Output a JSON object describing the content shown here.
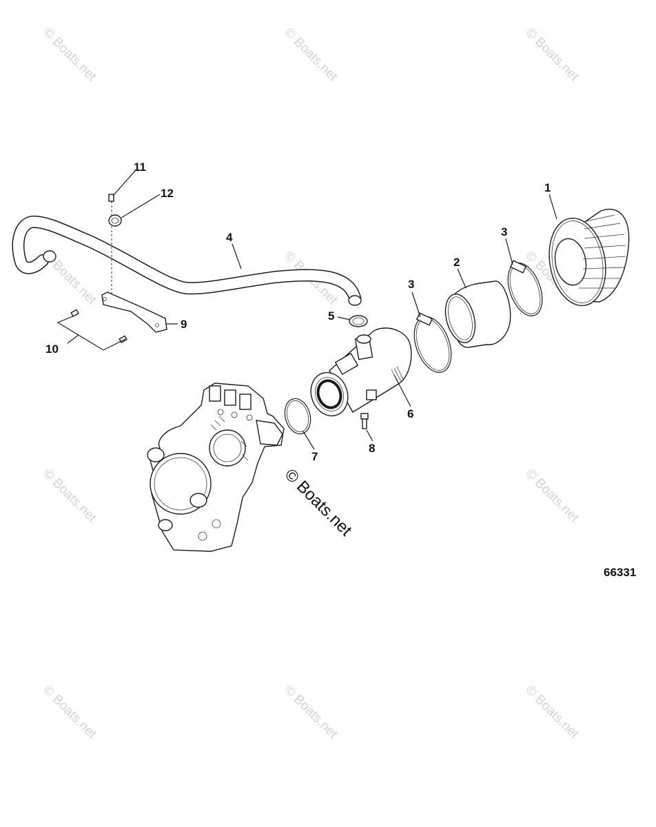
{
  "watermark_text": "© Boats.net",
  "center_watermark_text": "© Boats.net",
  "figure_number": "66331",
  "callouts": [
    "1",
    "2",
    "3",
    "3",
    "4",
    "5",
    "6",
    "7",
    "8",
    "9",
    "10",
    "11",
    "12"
  ],
  "colors": {
    "ink": "#1a1a1a",
    "watermark": "#d3d3d3",
    "background": "#ffffff"
  }
}
